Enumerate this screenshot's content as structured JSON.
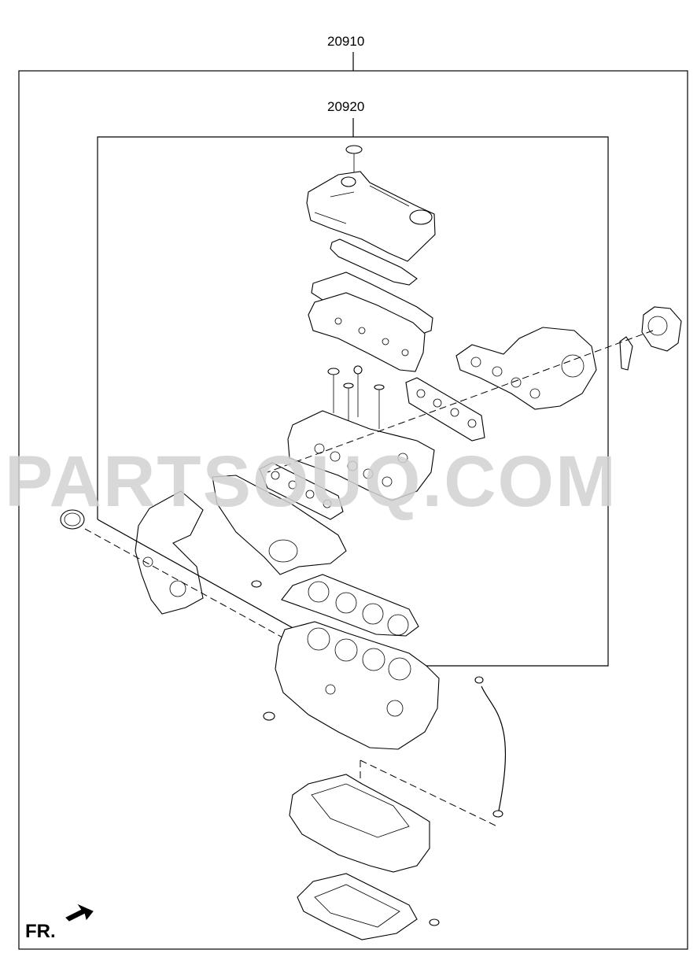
{
  "diagram": {
    "part_codes": {
      "outer_assembly": "20910",
      "inner_assembly": "20920"
    },
    "watermark": "PARTSOUQ.COM",
    "orientation_label": "FR.",
    "icons": [
      "front-direction-arrow-icon"
    ]
  }
}
